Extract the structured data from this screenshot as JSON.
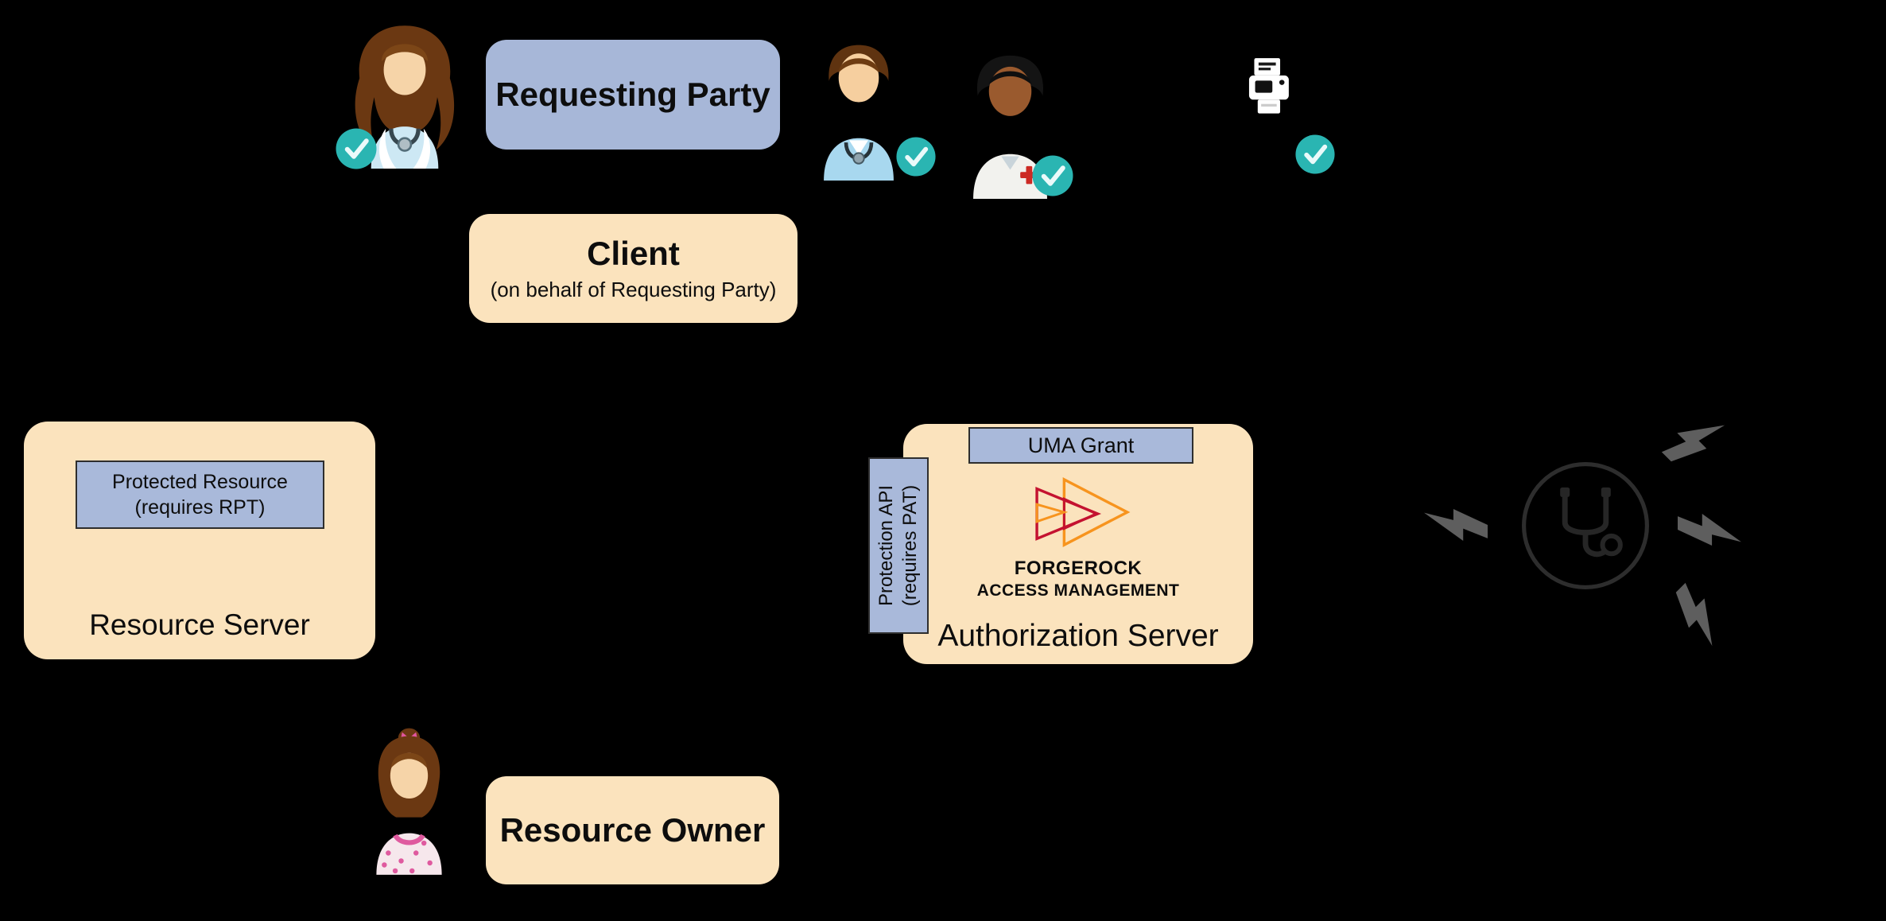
{
  "colors": {
    "background": "#000000",
    "tan_box": "#fbe3bd",
    "blue_box": "#a7b7d8",
    "inner_box_border": "#2e2e2e",
    "check_teal": "#2ab5b2",
    "logo_orange": "#f7941e",
    "logo_red": "#c41230",
    "bolt_gray": "#5e5e5e",
    "text_dark": "#0d0d0d"
  },
  "requesting_party": {
    "label": "Requesting Party"
  },
  "client": {
    "title": "Client",
    "subtitle": "(on behalf of Requesting Party)"
  },
  "resource_server": {
    "label": "Resource Server",
    "protected_resource_line1": "Protected Resource",
    "protected_resource_line2": "(requires RPT)"
  },
  "authorization_server": {
    "label": "Authorization Server",
    "uma_grant_label": "UMA Grant",
    "protection_api_line1": "Protection API",
    "protection_api_line2": "(requires PAT)",
    "logo_line1": "FORGEROCK",
    "logo_line2": "ACCESS MANAGEMENT"
  },
  "resource_owner": {
    "label": "Resource Owner"
  },
  "icons": {
    "female_doctor": "female-doctor-icon",
    "male_doctor": "male-doctor-icon",
    "male_doctor_red_cross": "male-doctor-red-cross-icon",
    "printer": "printer-icon",
    "girl": "girl-icon",
    "checkmark": "checkmark-icon",
    "stethoscope_hub": "stethoscope-network-icon",
    "lightning": "lightning-bolt-icon"
  }
}
